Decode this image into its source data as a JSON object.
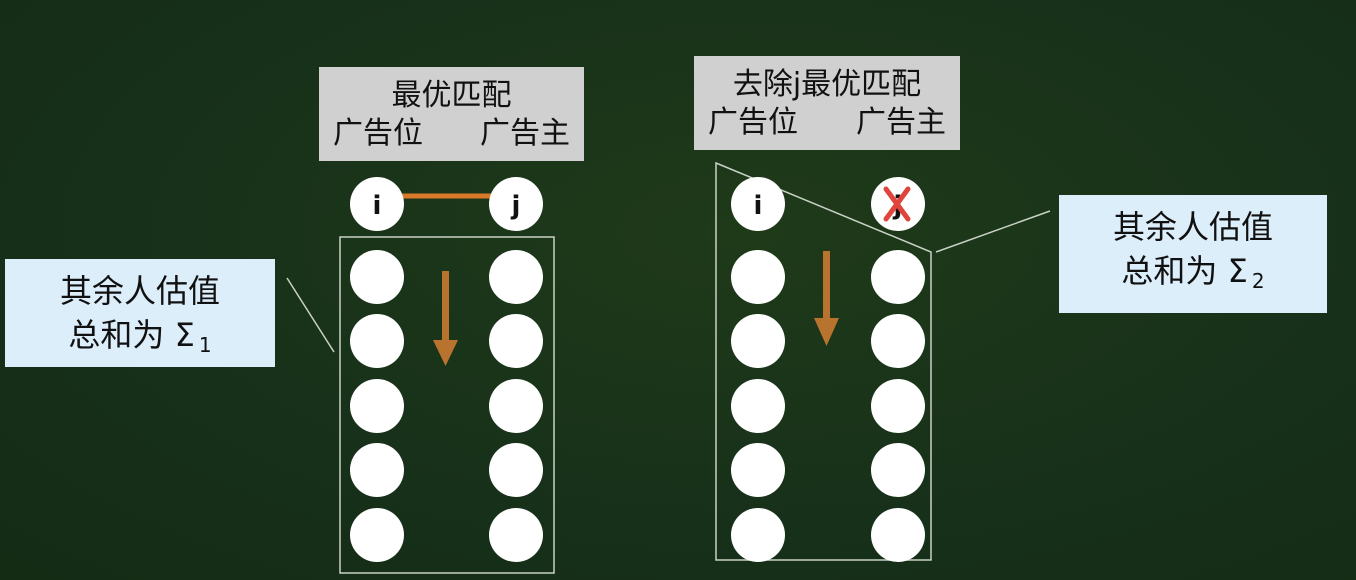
{
  "left_panel": {
    "title": "最优匹配",
    "slot_label": "广告位",
    "advertiser_label": "广告主",
    "slot_node": "i",
    "advertiser_node": "j"
  },
  "right_panel": {
    "title": "去除j最优匹配",
    "slot_label": "广告位",
    "advertiser_label": "广告主",
    "slot_node": "i",
    "removed_node": "j"
  },
  "left_note": {
    "line1": "其余人估值",
    "line2": "总和为 Σ",
    "subscript": "1"
  },
  "right_note": {
    "line1": "其余人估值",
    "line2": "总和为 Σ",
    "subscript": "2"
  },
  "colors": {
    "background": "#1b3316",
    "label_bg": "#d0d0d0",
    "note_bg": "#ddeefb",
    "arrow": "#b8732e",
    "match_line": "#d97a2b",
    "cross": "#e0443a"
  }
}
